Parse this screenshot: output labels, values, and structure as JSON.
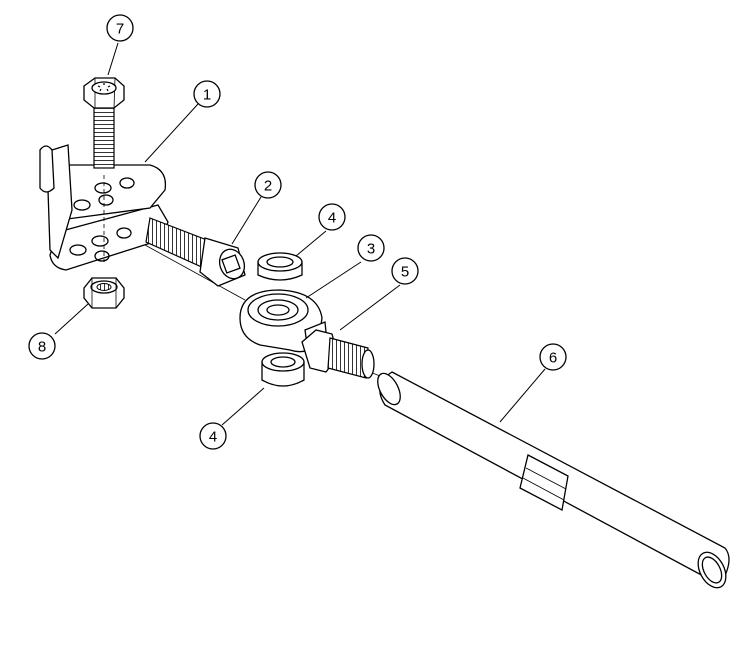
{
  "callouts": [
    {
      "id": "c1",
      "label": "1"
    },
    {
      "id": "c2",
      "label": "2"
    },
    {
      "id": "c3",
      "label": "3"
    },
    {
      "id": "c4a",
      "label": "4"
    },
    {
      "id": "c4b",
      "label": "4"
    },
    {
      "id": "c5",
      "label": "5"
    },
    {
      "id": "c6",
      "label": "6"
    },
    {
      "id": "c7",
      "label": "7"
    },
    {
      "id": "c8",
      "label": "8"
    }
  ],
  "colors": {
    "ink": "#000000",
    "background": "#ffffff"
  }
}
